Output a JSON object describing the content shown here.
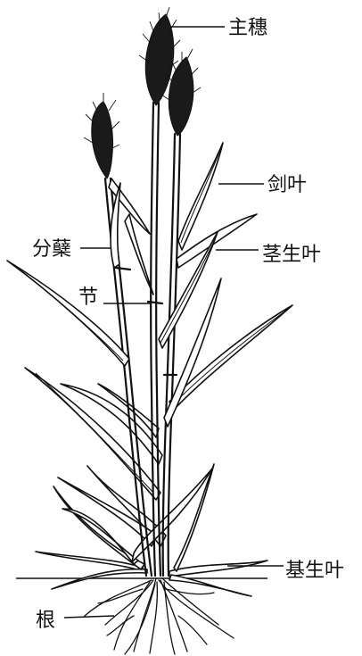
{
  "labels": {
    "main_spike": "主穗",
    "flag_leaf": "剑叶",
    "tiller": "分蘖",
    "stem_leaf": "茎生叶",
    "node": "节",
    "basal_leaf": "基生叶",
    "root": "根"
  }
}
